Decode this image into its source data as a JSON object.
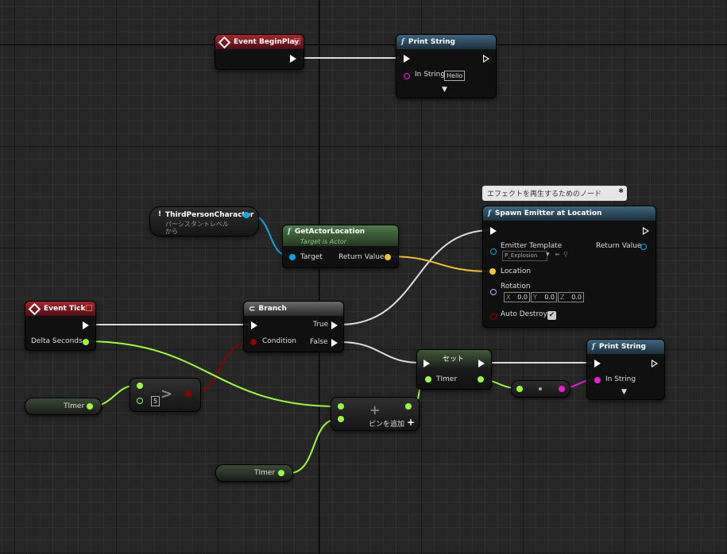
{
  "nodes": {
    "begin_play": {
      "title": "Event BeginPlay"
    },
    "print_top": {
      "title": "Print String",
      "in_string_label": "In String",
      "in_string_value": "Hello"
    },
    "third_person": {
      "title": "ThirdPersonCharacter",
      "sub": "パーシスタントレベル",
      "sub2": "から"
    },
    "get_actor_loc": {
      "title": "GetActorLocation",
      "subtitle": "Target is Actor",
      "target": "Target",
      "return_value": "Return Value"
    },
    "spawn_emitter": {
      "comment": "エフェクトを再生するためのノード",
      "title": "Spawn Emitter at Location",
      "emitter_template": "Emitter Template",
      "emitter_value": "P_Explosion",
      "return_value": "Return Value",
      "location": "Location",
      "rotation": "Rotation",
      "rot_x_label": "X",
      "rot_x": "0.0",
      "rot_y_label": "Y",
      "rot_y": "0.0",
      "rot_z_label": "Z",
      "rot_z": "0.0",
      "auto_destroy": "Auto Destroy"
    },
    "event_tick": {
      "title": "Event Tick",
      "delta": "Delta Seconds"
    },
    "branch": {
      "title": "Branch",
      "true": "True",
      "false": "False",
      "condition": "Condition"
    },
    "set_node": {
      "title": "セット",
      "timer": "TImer"
    },
    "print_bottom": {
      "title": "Print String",
      "in_string_label": "In String"
    },
    "greater": {
      "symbol": ">",
      "value": "5"
    },
    "add": {
      "symbol": "+",
      "add_pin": "ピンを追加",
      "plus": "+"
    },
    "timer_var1": {
      "label": "TImer"
    },
    "timer_var2": {
      "label": "TImer"
    }
  },
  "colors": {
    "exec": "#ffffff",
    "float": "#9cfc3c",
    "bool": "#8c0000",
    "object": "#0ea5e8",
    "vector": "#f4c430",
    "string": "#f01bd4",
    "rotator": "#a0b4ff"
  }
}
